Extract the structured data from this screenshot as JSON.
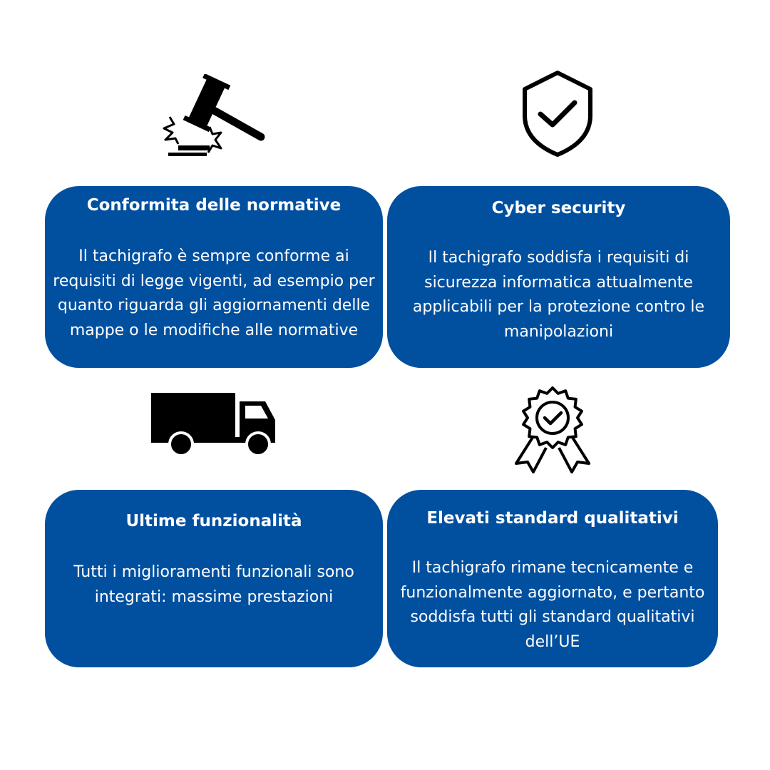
{
  "colors": {
    "card_background": "#0150a0",
    "card_text": "#ffffff",
    "icon": "#000000",
    "page_background": "#ffffff"
  },
  "features": [
    {
      "icon": "gavel-icon",
      "title": "Conformita delle normative",
      "body": "Il tachigrafo è sempre conforme ai requisiti di legge vigenti, ad esempio per quanto riguarda gli aggiornamenti delle mappe o le modifiche alle normative"
    },
    {
      "icon": "shield-check-icon",
      "title": "Cyber security",
      "body": "Il tachigrafo soddisfa i requisiti di sicurezza informatica attualmente applicabili per la protezione contro le manipolazioni"
    },
    {
      "icon": "truck-icon",
      "title": "Ultime funzionalità",
      "body": "Tutti i miglioramenti funzionali sono integrati: massime prestazioni"
    },
    {
      "icon": "award-badge-icon",
      "title": "Elevati standard qualitativi",
      "body": "Il tachigrafo rimane tecnicamente e funzionalmente aggiornato, e pertanto soddisfa tutti gli standard qualitativi dell’UE"
    }
  ]
}
